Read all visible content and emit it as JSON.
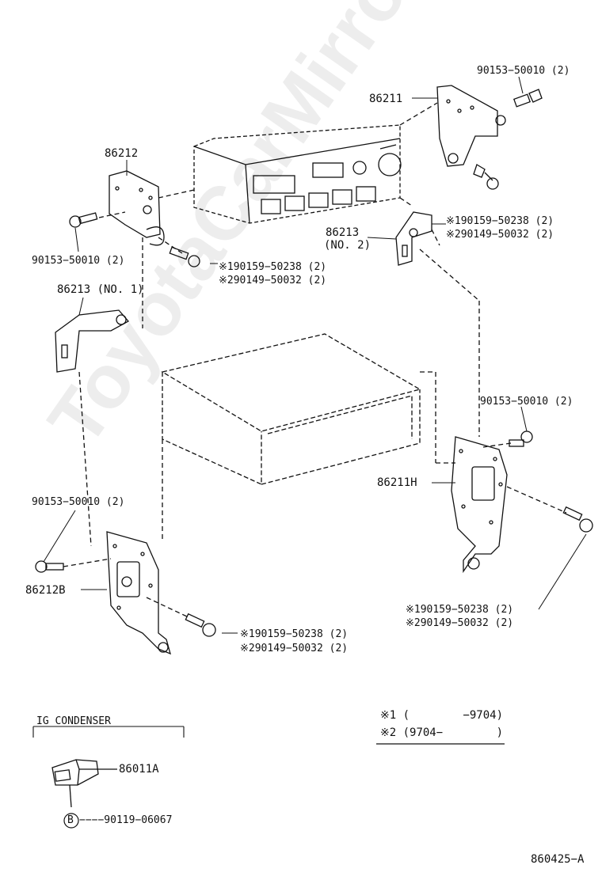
{
  "watermark": "ToyotaCarMirror.ru",
  "parts": {
    "p1": "90153−50010 (2)",
    "p2": "86211",
    "p3": "86212",
    "p4": "90153−50010 (2)",
    "p5_l1": "※190159−50238 (2)",
    "p5_l2": "※290149−50032 (2)",
    "p6_l1": "86213",
    "p6_l2": "(NO. 2)",
    "p7_l1": "※190159−50238 (2)",
    "p7_l2": "※290149−50032 (2)",
    "p8": "86213 (NO. 1)",
    "p9": "90153−50010 (2)",
    "p10": "86211H",
    "p11": "90153−50010 (2)",
    "p12": "86212B",
    "p13_l1": "※190159−50238 (2)",
    "p13_l2": "※290149−50032 (2)",
    "p14_l1": "※190159−50238 (2)",
    "p14_l2": "※290149−50032 (2)"
  },
  "legend": {
    "row1": "※1 (        −9704)",
    "row2": "※2 (9704−        )"
  },
  "condenser": {
    "title": "IG CONDENSER",
    "part": "86011A",
    "bolt_marker": "B",
    "bolt_part": "−−−−90119−06067"
  },
  "diagram_id": "860425−A",
  "colors": {
    "line": "#111111",
    "background": "#ffffff"
  }
}
